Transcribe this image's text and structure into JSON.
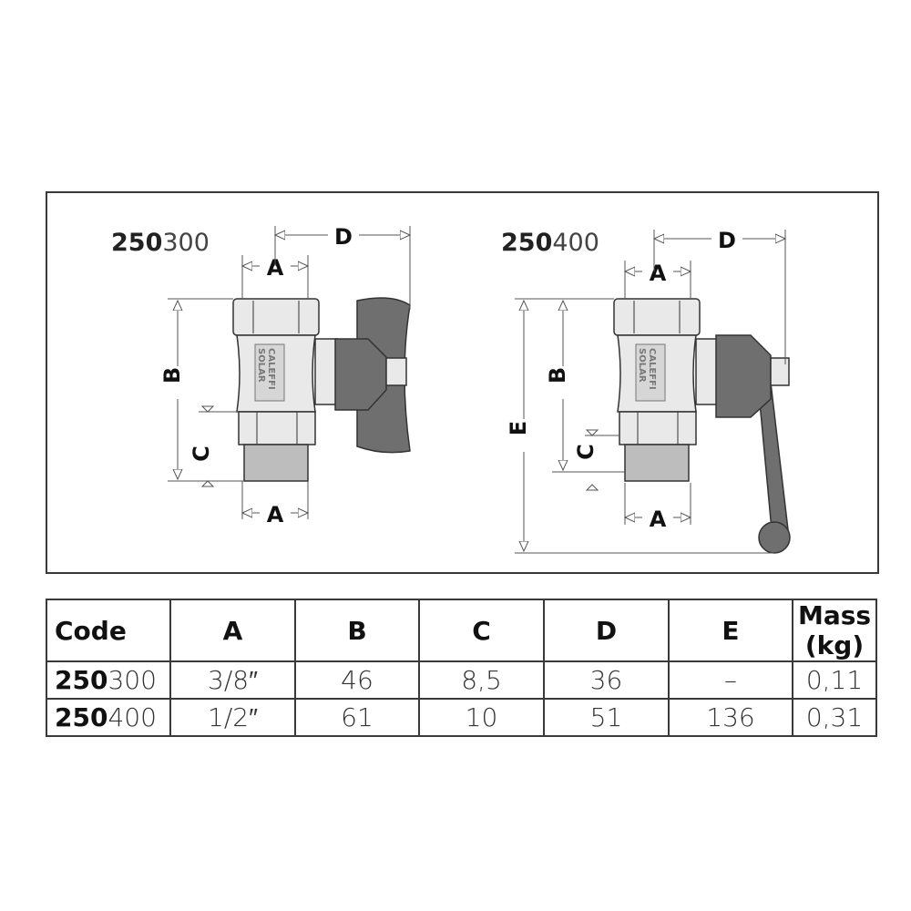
{
  "drawings": [
    {
      "code_bold": "250",
      "code_light": "300",
      "labels": {
        "A": "A",
        "B": "B",
        "C": "C",
        "D": "D"
      },
      "brand": [
        "CALEFFI",
        "SOLAR"
      ]
    },
    {
      "code_bold": "250",
      "code_light": "400",
      "labels": {
        "A": "A",
        "B": "B",
        "C": "C",
        "D": "D",
        "E": "E"
      },
      "brand": [
        "CALEFFI",
        "SOLAR"
      ]
    }
  ],
  "table": {
    "headers": [
      "Code",
      "A",
      "B",
      "C",
      "D",
      "E",
      "Mass (kg)"
    ],
    "rows": [
      {
        "code_bold": "250",
        "code_light": "300",
        "cells": [
          "3/8″",
          "46",
          "8,5",
          "36",
          "–",
          "0,11"
        ]
      },
      {
        "code_bold": "250",
        "code_light": "400",
        "cells": [
          "1/2″",
          "61",
          "10",
          "51",
          "136",
          "0,31"
        ]
      }
    ]
  }
}
